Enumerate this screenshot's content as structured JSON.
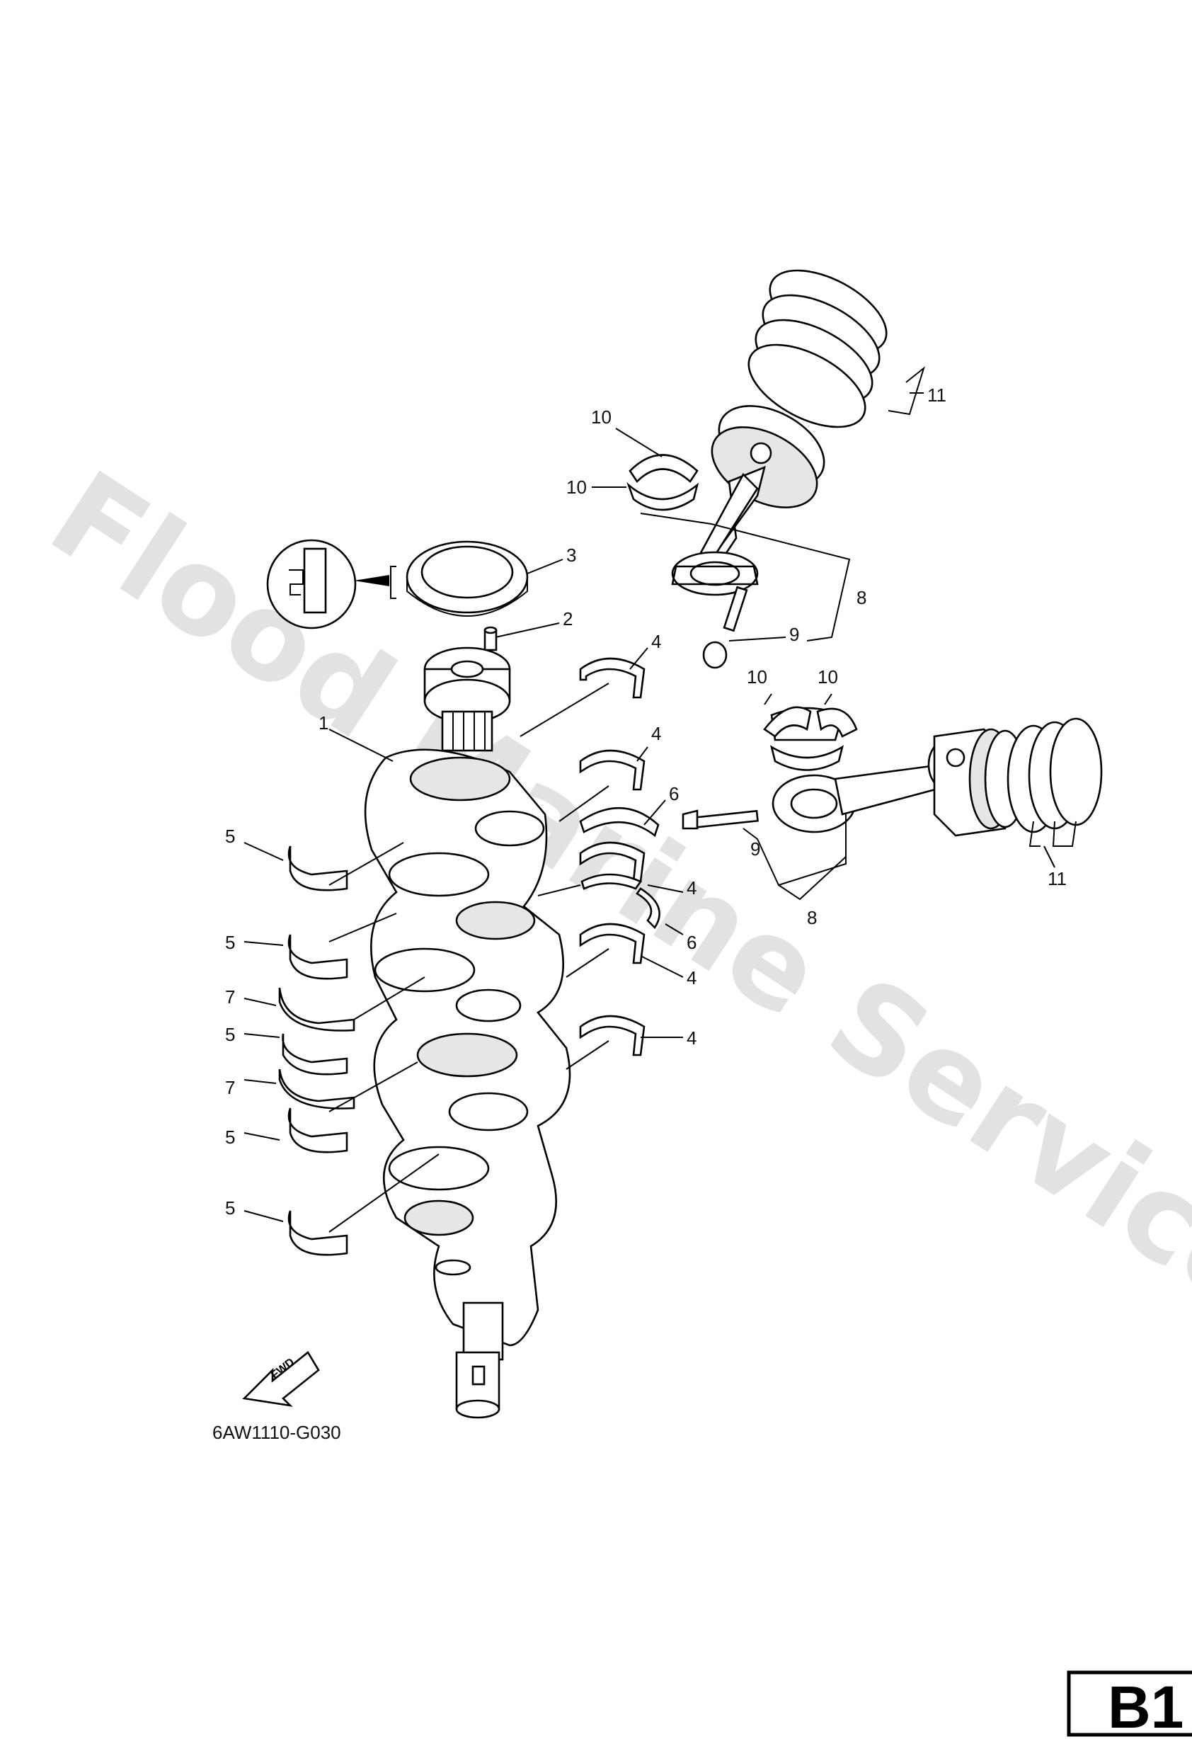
{
  "diagram": {
    "watermark": "Flood Marine Services",
    "part_code": "6AW1110-G030",
    "section_tag": "B1",
    "fwd_label": "FWD",
    "callouts": [
      {
        "id": "c10a",
        "text": "10"
      },
      {
        "id": "c10b",
        "text": "10"
      },
      {
        "id": "c11a",
        "text": "11"
      },
      {
        "id": "c3",
        "text": "3"
      },
      {
        "id": "c8a",
        "text": "8"
      },
      {
        "id": "c2",
        "text": "2"
      },
      {
        "id": "c9a",
        "text": "9"
      },
      {
        "id": "c4a",
        "text": "4"
      },
      {
        "id": "c10c",
        "text": "10"
      },
      {
        "id": "c10d",
        "text": "10"
      },
      {
        "id": "c1",
        "text": "1"
      },
      {
        "id": "c4b",
        "text": "4"
      },
      {
        "id": "c6a",
        "text": "6"
      },
      {
        "id": "c5a",
        "text": "5"
      },
      {
        "id": "c4c",
        "text": "4"
      },
      {
        "id": "c9b",
        "text": "9"
      },
      {
        "id": "c11b",
        "text": "11"
      },
      {
        "id": "c8b",
        "text": "8"
      },
      {
        "id": "c6b",
        "text": "6"
      },
      {
        "id": "c5b",
        "text": "5"
      },
      {
        "id": "c4d",
        "text": "4"
      },
      {
        "id": "c7a",
        "text": "7"
      },
      {
        "id": "c5c",
        "text": "5"
      },
      {
        "id": "c4e",
        "text": "4"
      },
      {
        "id": "c7b",
        "text": "7"
      },
      {
        "id": "c5d",
        "text": "5"
      },
      {
        "id": "c5e",
        "text": "5"
      }
    ]
  }
}
